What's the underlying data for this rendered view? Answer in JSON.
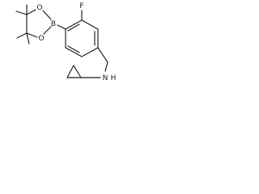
{
  "molecule": {
    "atoms": {
      "fluorine": "F",
      "boron": "B",
      "oxygen_1": "O",
      "oxygen_2": "O",
      "amine_nitrogen": "N",
      "amine_hydrogen": "H"
    },
    "colors": {
      "bond": "#1a1a1a",
      "label": "#1a1a1a",
      "background": "#ffffff"
    }
  }
}
